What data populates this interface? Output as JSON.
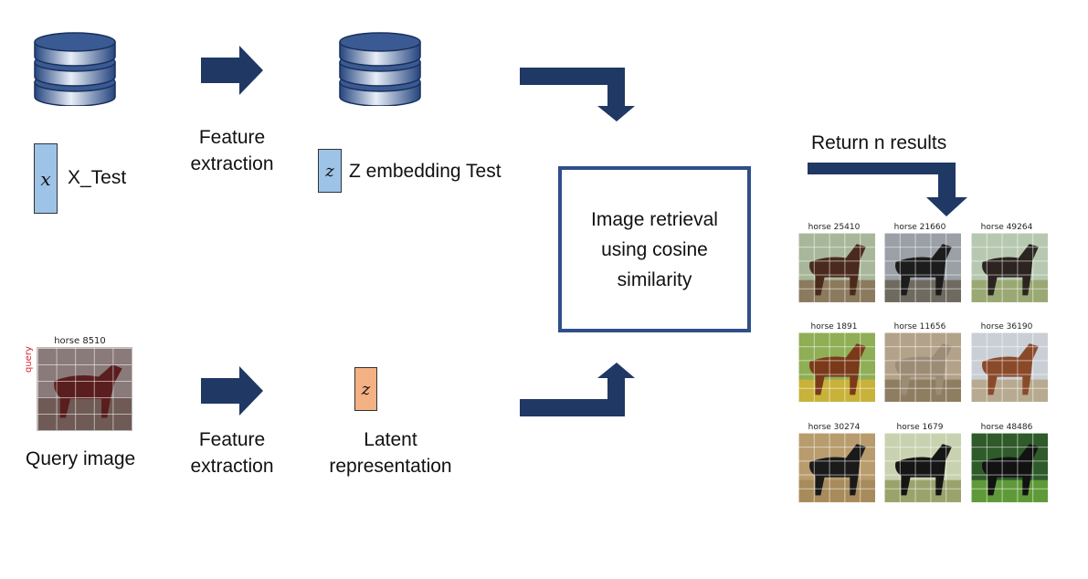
{
  "top_row": {
    "x_var": "x",
    "x_label": "X_Test",
    "feature_label_line1": "Feature",
    "feature_label_line2": "extraction",
    "z_var": "z",
    "z_label": "Z embedding Test"
  },
  "bottom_row": {
    "query_title": "horse 8510",
    "query_side_label": "query",
    "query_label": "Query image",
    "feature_label_line1": "Feature",
    "feature_label_line2": "extraction",
    "latent_var": "z",
    "latent_line1": "Latent",
    "latent_line2": "representation"
  },
  "retrieval": {
    "line1": "Image retrieval",
    "line2": "using cosine",
    "line3": "similarity"
  },
  "results": {
    "label": "Return n results",
    "items": [
      {
        "title": "horse 25410",
        "bg": "#a8b79a",
        "ground": "#8c7a5e",
        "horse": "#4a2a1c"
      },
      {
        "title": "horse 21660",
        "bg": "#9aa0a6",
        "ground": "#6f6a5f",
        "horse": "#1c1c1c"
      },
      {
        "title": "horse 49264",
        "bg": "#b7c8b0",
        "ground": "#9aa873",
        "horse": "#2c2420"
      },
      {
        "title": "horse 1891",
        "bg": "#8fae55",
        "ground": "#c9b23a",
        "horse": "#7a3a1a"
      },
      {
        "title": "horse 11656",
        "bg": "#b3a28a",
        "ground": "#8f7d62",
        "horse": "#9c8c76"
      },
      {
        "title": "horse 36190",
        "bg": "#c9cfd4",
        "ground": "#b7aa90",
        "horse": "#8a4a2a"
      },
      {
        "title": "horse 30274",
        "bg": "#b89c6e",
        "ground": "#a88b5c",
        "horse": "#1a1a1a"
      },
      {
        "title": "horse 1679",
        "bg": "#c9d2b0",
        "ground": "#9aa36c",
        "horse": "#151515"
      },
      {
        "title": "horse 48486",
        "bg": "#2f5a2a",
        "ground": "#5f9a3a",
        "horse": "#121212"
      }
    ]
  },
  "colors": {
    "arrow": "#1f3864",
    "box_border": "#2f4f8a",
    "db_blue": "#2f4f8a",
    "vector_blue": "#9dc3e6",
    "vector_orange": "#f4b183"
  },
  "icons": [
    "database-icon",
    "arrow-right-icon",
    "arrow-down-icon",
    "arrow-up-icon"
  ]
}
